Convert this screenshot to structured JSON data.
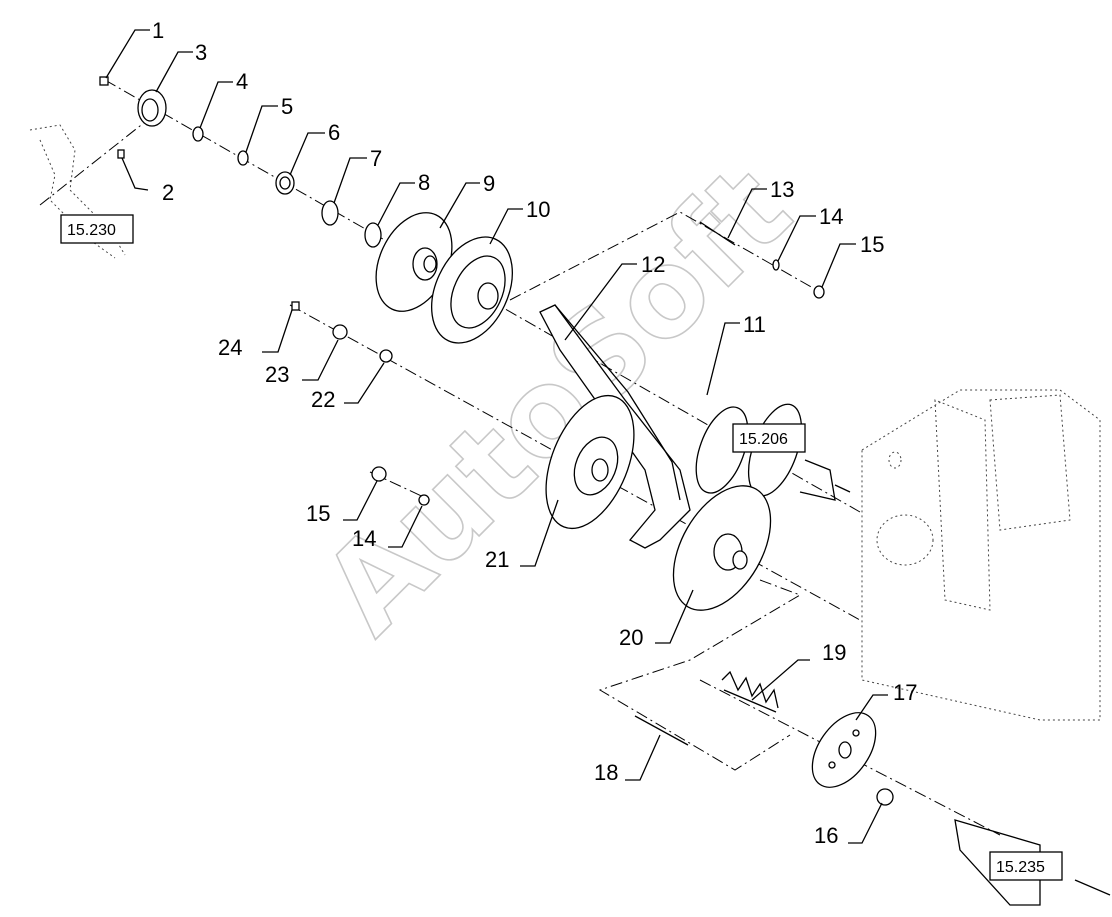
{
  "watermark": "AutoSoft",
  "callouts": [
    "1",
    "2",
    "3",
    "4",
    "5",
    "6",
    "7",
    "8",
    "9",
    "10",
    "11",
    "12",
    "13",
    "14",
    "15",
    "24",
    "23",
    "22",
    "15",
    "14",
    "21",
    "20",
    "19",
    "17",
    "18",
    "16"
  ],
  "refs": [
    "15.230",
    "15.206",
    "15.235"
  ]
}
